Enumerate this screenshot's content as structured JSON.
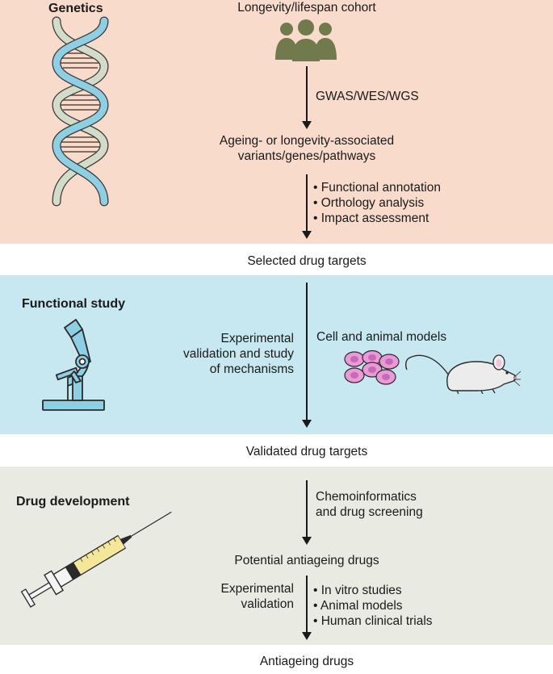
{
  "sections": {
    "genetics": {
      "title": "Genetics",
      "cohort": "Longevity/lifespan cohort",
      "method": "GWAS/WES/WGS",
      "result_line1": "Ageing- or longevity-associated",
      "result_line2": "variants/genes/pathways",
      "steps": [
        "Functional annotation",
        "Orthology analysis",
        "Impact assessment"
      ],
      "color": "#f9dbcb"
    },
    "selected_targets": "Selected drug targets",
    "functional": {
      "title": "Functional study",
      "method_line1": "Experimental",
      "method_line2": "validation and study",
      "method_line3": "of mechanisms",
      "models": "Cell and animal models",
      "color": "#c7e8f1"
    },
    "validated_targets": "Validated drug targets",
    "drug": {
      "title": "Drug development",
      "screening_line1": "Chemoinformatics",
      "screening_line2": "and drug screening",
      "potential": "Potential antiageing drugs",
      "validation_line1": "Experimental",
      "validation_line2": "validation",
      "steps": [
        "In vitro studies",
        "Animal models",
        "Human clinical trials"
      ],
      "color": "#e9ebe3"
    },
    "final": "Antiageing drugs"
  },
  "icons": {
    "dna": "dna-helix-icon",
    "people": "people-group-icon",
    "microscope": "microscope-icon",
    "cells": "cell-cluster-icon",
    "mouse": "mouse-icon",
    "syringe": "syringe-icon"
  }
}
